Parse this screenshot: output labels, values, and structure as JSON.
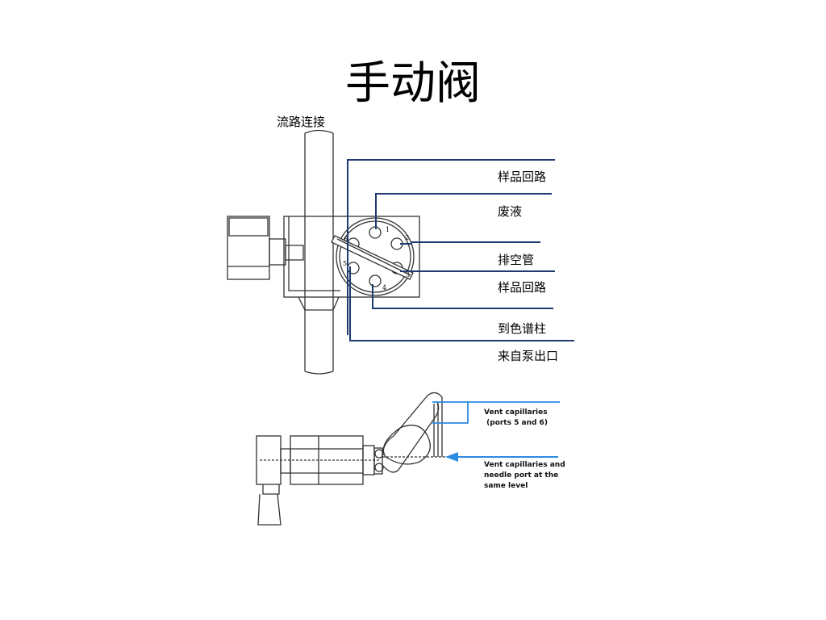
{
  "title": "手动阀",
  "top_diagram": {
    "heading": "流路连接",
    "labels": [
      "样品回路",
      "废液",
      "排空管",
      "样品回路",
      "到色谱柱",
      "来自泵出口"
    ],
    "port_numbers": [
      "1",
      "2",
      "3",
      "4",
      "5",
      "6"
    ]
  },
  "bottom_diagram": {
    "note_vent": "Vent capillaries\n (ports 5 and 6)",
    "note_level": "Vent capillaries and\nneedle port at the\nsame level"
  },
  "colors": {
    "line_dark_blue": "#1f3a6e",
    "arrow_blue": "#2b8be0",
    "drawing_gray": "#333333"
  }
}
